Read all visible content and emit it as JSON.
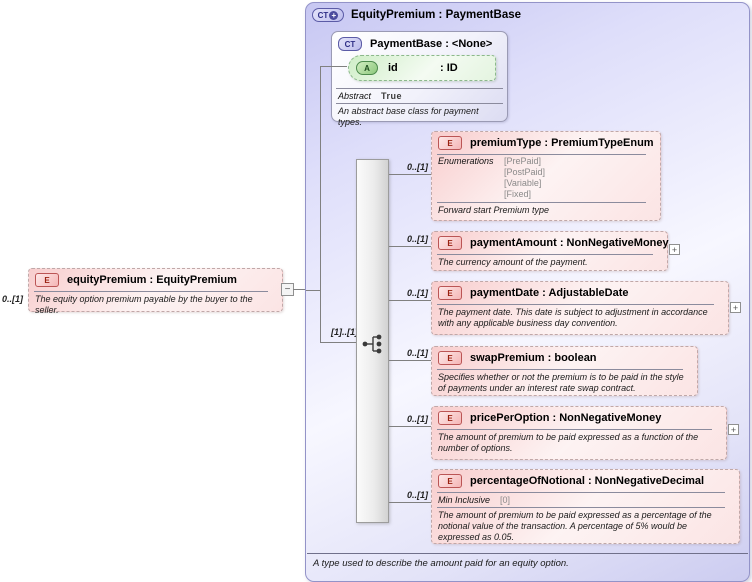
{
  "root_element": {
    "cardinality": "0..[1]",
    "badge": "E",
    "title": "equityPremium : EquityPremium",
    "doc": "The equity option premium payable by the buyer to the seller.",
    "collapse_glyph": "−"
  },
  "complex_type": {
    "badge": "CT",
    "badge_plus_glyph": "+",
    "title": "EquityPremium : PaymentBase",
    "doc": "A type used to describe the amount paid for an equity option.",
    "base": {
      "badge": "CT",
      "title": "PaymentBase : <None>",
      "attribute": {
        "badge": "A",
        "name": "id",
        "type": ": ID"
      },
      "fact_label": "Abstract",
      "fact_value": "True",
      "doc": "An abstract base class for payment types."
    },
    "compositor": {
      "cardinality": "[1]..[1]"
    },
    "expand_glyph": "+",
    "children": [
      {
        "cardinality": "0..[1]",
        "badge": "E",
        "title": "premiumType : PremiumTypeEnum",
        "facts_label": "Enumerations",
        "facts_values": [
          "[PrePaid]",
          "[PostPaid]",
          "[Variable]",
          "[Fixed]"
        ],
        "doc": "Forward start Premium type"
      },
      {
        "cardinality": "0..[1]",
        "badge": "E",
        "title": "paymentAmount : NonNegativeMoney",
        "doc": "The currency amount of the payment."
      },
      {
        "cardinality": "0..[1]",
        "badge": "E",
        "title": "paymentDate : AdjustableDate",
        "doc": "The payment date. This date is subject to adjustment in accordance with any applicable business day convention."
      },
      {
        "cardinality": "0..[1]",
        "badge": "E",
        "title": "swapPremium : boolean",
        "doc": "Specifies whether or not the premium is to be paid in the style of payments under an interest rate swap contract."
      },
      {
        "cardinality": "0..[1]",
        "badge": "E",
        "title": "pricePerOption : NonNegativeMoney",
        "doc": "The amount of premium to be paid expressed as a function of the number of options."
      },
      {
        "cardinality": "0..[1]",
        "badge": "E",
        "title": "percentageOfNotional : NonNegativeDecimal",
        "facts_label": "Min Inclusive",
        "facts_values": [
          "[0]"
        ],
        "doc": "The amount of premium to be paid expressed as a percentage of the notional value of the transaction. A percentage of 5% would be expressed as 0.05."
      }
    ]
  },
  "colors": {
    "container_accent": "#9393c8",
    "element_accent": "#b55555",
    "attribute_accent": "#4c8a4c",
    "container_bg": "#c7c7f2",
    "element_bg": "#f8cdcd",
    "attribute_bg": "#cfeec7"
  }
}
